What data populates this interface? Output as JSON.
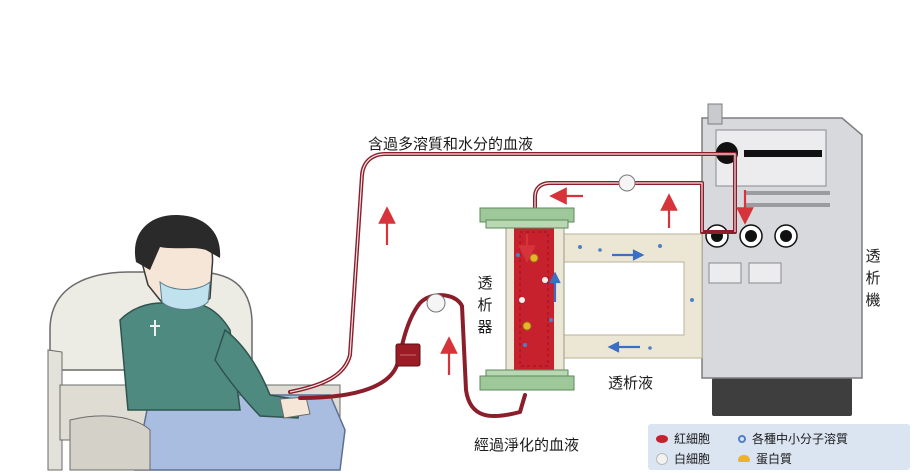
{
  "labels": {
    "top_blood": "含過多溶質和水分的血液",
    "clean_blood": "經過淨化的血液",
    "dialyzer": "透析器",
    "dialysate": "透析液",
    "machine": "透析機"
  },
  "legend": {
    "red_cell": "紅細胞",
    "white_cell": "白細胞",
    "solutes": "各種中小分子溶質",
    "protein": "蛋白質"
  },
  "icons": [
    "patient-figure",
    "dialysis-machine-icon",
    "dialyzer-icon",
    "blood-bag-icon",
    "pump-icon",
    "flow-arrow-icon"
  ],
  "colors": {
    "blood": "#8b1e2b",
    "arrow_red": "#d6333a",
    "arrow_blue": "#3b6fc4",
    "dialyzer_cap": "#9fc89a",
    "dialysate_channel": "#ece7d5",
    "machine_body": "#d8d9dc",
    "legend_bg": "#dbe4f1",
    "patient_shirt": "#4f8a80",
    "blanket": "#a9bde0"
  }
}
